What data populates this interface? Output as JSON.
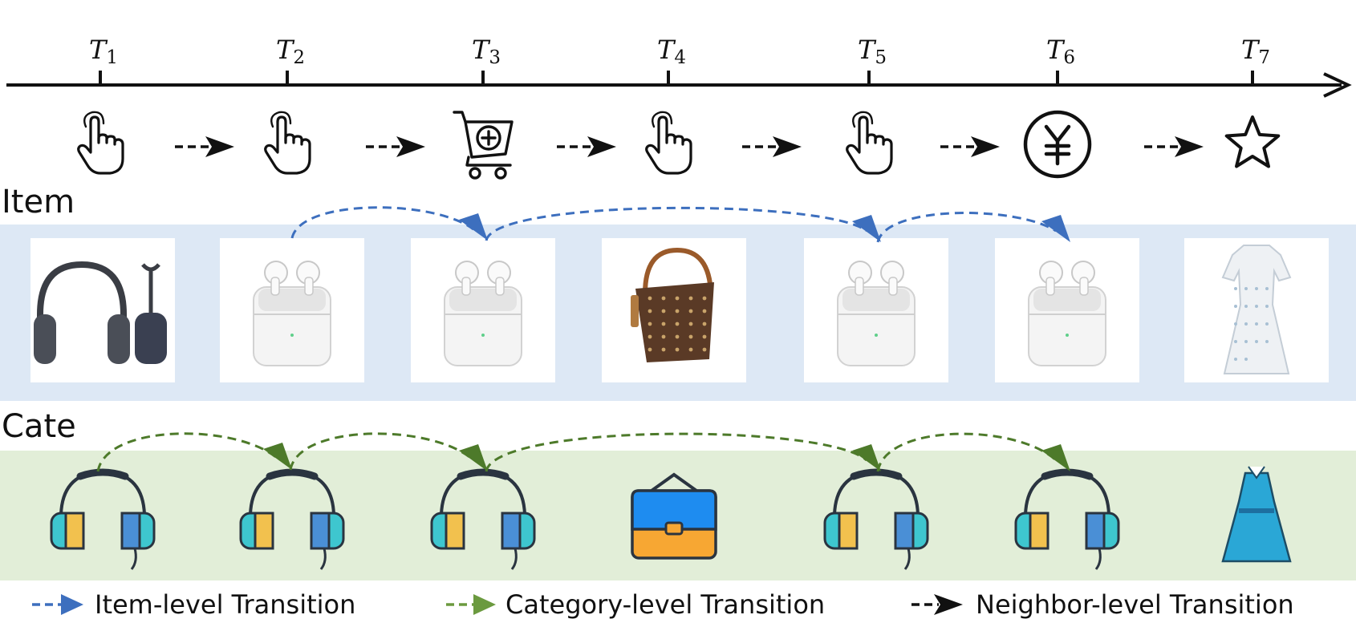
{
  "timeline": {
    "ticks": [
      {
        "letter": "T",
        "sub": "1"
      },
      {
        "letter": "T",
        "sub": "2"
      },
      {
        "letter": "T",
        "sub": "3"
      },
      {
        "letter": "T",
        "sub": "4"
      },
      {
        "letter": "T",
        "sub": "5"
      },
      {
        "letter": "T",
        "sub": "6"
      },
      {
        "letter": "T",
        "sub": "7"
      }
    ],
    "behaviors": [
      "click-icon",
      "click-icon",
      "add-to-cart-icon",
      "click-icon",
      "click-icon",
      "purchase-yen-icon",
      "favorite-star-icon"
    ]
  },
  "rows": {
    "item_label": "Item",
    "cate_label": "Cate"
  },
  "items": [
    "headphones",
    "airpods",
    "airpods",
    "handbag",
    "airpods",
    "airpods",
    "dress"
  ],
  "categories": [
    "headphone",
    "headphone",
    "headphone",
    "bag",
    "headphone",
    "headphone",
    "dress"
  ],
  "colors": {
    "item_band": "#dde8f5",
    "cate_band": "#e2eed8",
    "item_arrow": "#3d6fbe",
    "cate_arrow": "#4d7a2a",
    "neighbor_arrow": "#111111"
  },
  "legend": {
    "item": "Item-level Transition",
    "category": "Category-level Transition",
    "neighbor": "Neighbor-level Transition"
  }
}
